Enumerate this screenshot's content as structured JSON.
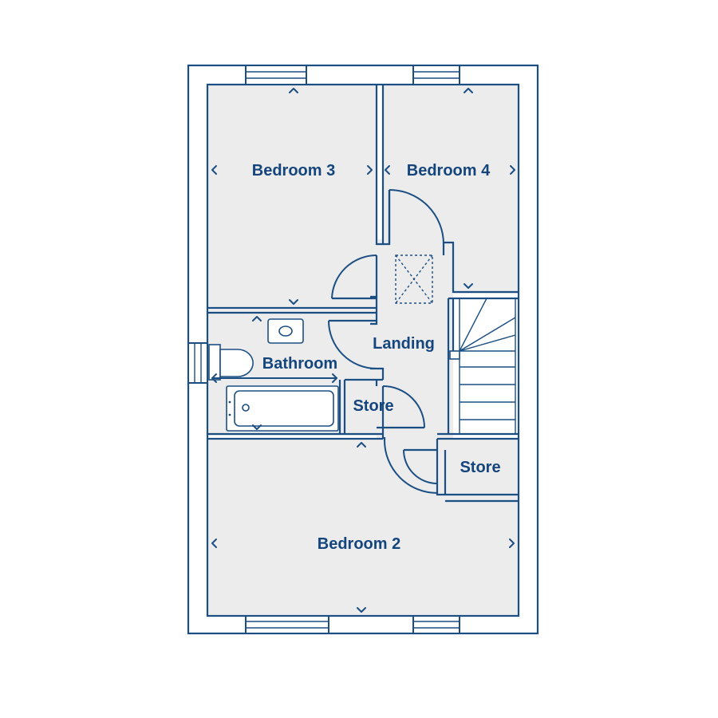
{
  "rooms": {
    "bedroom3": "Bedroom 3",
    "bedroom4": "Bedroom 4",
    "landing": "Landing",
    "bathroom": "Bathroom",
    "store_left": "Store",
    "store_right": "Store",
    "bedroom2": "Bedroom 2"
  },
  "colors": {
    "line": "#1b4e83",
    "text": "#14457c",
    "floor": "#ececec"
  },
  "icons": [
    "dimension-arrow-icon",
    "loft-hatch-icon",
    "sink-icon",
    "toilet-icon",
    "bath-icon",
    "stair-icon",
    "window-icon",
    "door-icon"
  ]
}
